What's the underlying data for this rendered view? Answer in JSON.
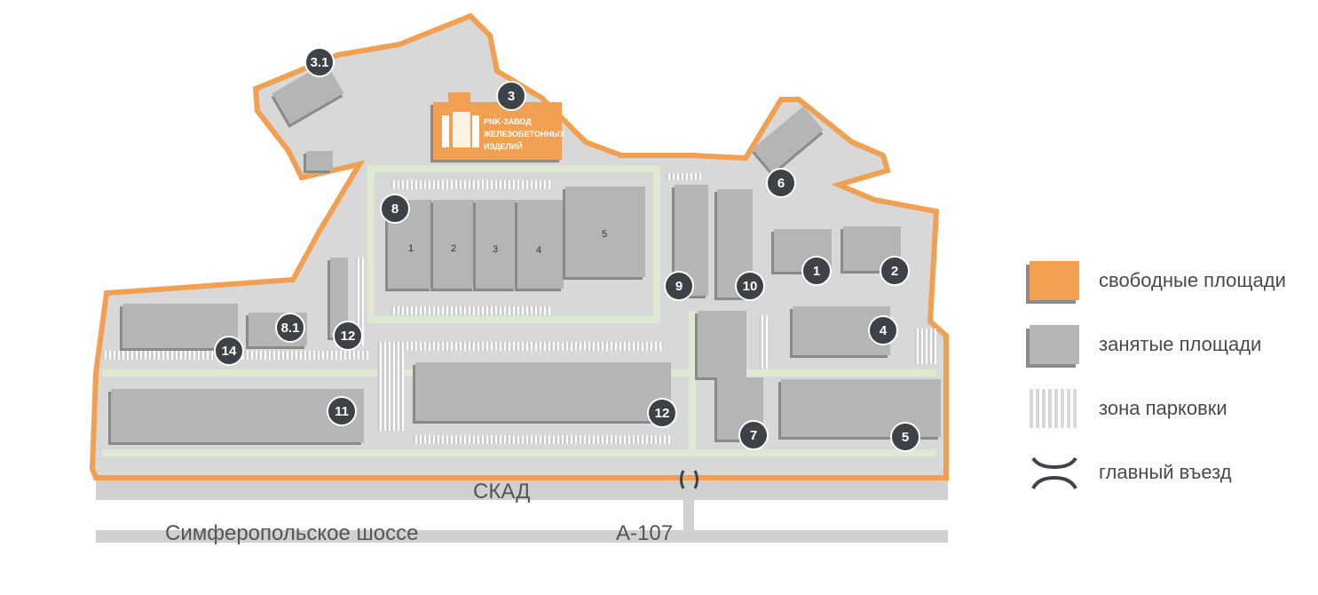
{
  "colors": {
    "free": "#f0a050",
    "occupied": "#b5b5b5",
    "ground": "#d8d8d8",
    "green": "#dfe8d0",
    "marker": "#3d4148"
  },
  "factory": {
    "number": "3",
    "line1": "PNK-ЗАВОД",
    "line2": "ЖЕЛЕЗОБЕТОННЫХ",
    "line3": "ИЗДЕЛИЙ"
  },
  "markers": {
    "m31": "3.1",
    "m8": "8",
    "m81": "8.1",
    "m14": "14",
    "m12a": "12",
    "m11": "11",
    "m12b": "12",
    "m9": "9",
    "m10": "10",
    "m6": "6",
    "m1": "1",
    "m2": "2",
    "m4": "4",
    "m7": "7",
    "m5": "5"
  },
  "section_labels": [
    "1",
    "2",
    "3",
    "4",
    "5"
  ],
  "roads": {
    "skad": "СКАД",
    "simferopol": "Симферопольское шоссе",
    "a107": "А-107"
  },
  "legend": [
    {
      "label": "свободные площади",
      "icon": "free-area"
    },
    {
      "label": "занятые площади",
      "icon": "occupied-area"
    },
    {
      "label": "зона парковки",
      "icon": "parking-zone"
    },
    {
      "label": "главный въезд",
      "icon": "main-entrance"
    }
  ]
}
